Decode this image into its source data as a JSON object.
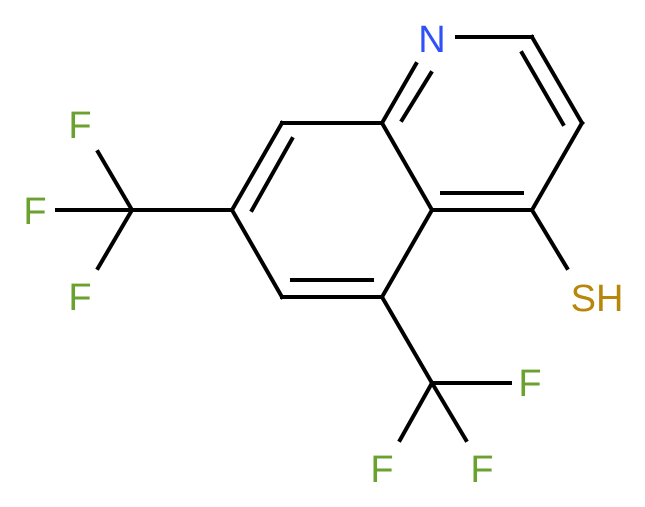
{
  "atoms": {
    "nitrogen": {
      "label": "N",
      "color": "#3050F8"
    },
    "thiol": {
      "label": "SH",
      "color": "#B8860B"
    },
    "fluorines": [
      {
        "label": "F",
        "color": "#6AA12F"
      },
      {
        "label": "F",
        "color": "#6AA12F"
      },
      {
        "label": "F",
        "color": "#6AA12F"
      },
      {
        "label": "F",
        "color": "#6AA12F"
      },
      {
        "label": "F",
        "color": "#6AA12F"
      },
      {
        "label": "F",
        "color": "#6AA12F"
      }
    ]
  }
}
